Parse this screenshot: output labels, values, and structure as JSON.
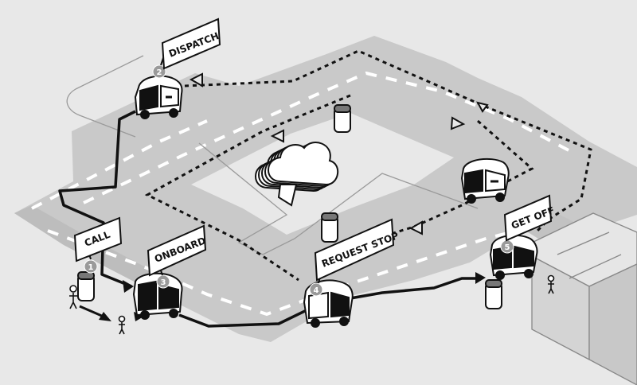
{
  "steps": [
    {
      "number": "1",
      "label": "CALL"
    },
    {
      "number": "2",
      "label": "DISPATCH"
    },
    {
      "number": "3",
      "label": "ONBOARD"
    },
    {
      "number": "4",
      "label": "REQUEST STOP"
    },
    {
      "number": "5",
      "label": "GET OFF"
    }
  ],
  "colors": {
    "background": "#e8e8e8",
    "road": "#c9c9c9",
    "road_shadow": "#bdbdbd",
    "lane_marking": "#ffffff",
    "ink": "#111111",
    "badge": "#9a9a9a"
  }
}
